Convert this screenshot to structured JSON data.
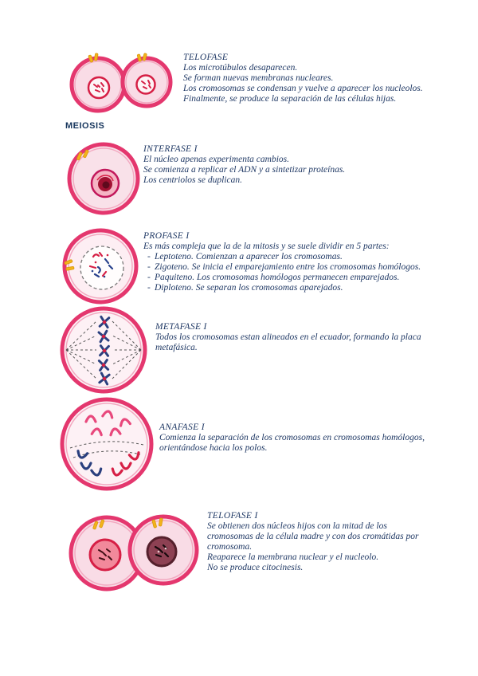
{
  "page": {
    "background": "#ffffff",
    "ink": "#1f3864"
  },
  "bullet_marker": "-",
  "mitosis_telophase": {
    "title": "TELOFASE",
    "lines": [
      "Los microtúbulos desaparecen.",
      "Se forman nuevas membranas nucleares.",
      "Los cromosomas se condensan y vuelve a aparecer los nucleolos.",
      "Finalmente, se produce la separación de las células hijas."
    ]
  },
  "meiosis_heading": "MEIOSIS",
  "interfase1": {
    "title": "INTERFASE I",
    "lines": [
      "El núcleo apenas experimenta cambios.",
      "Se comienza a replicar el ADN y a sintetizar proteínas.",
      "Los centriolos se duplican."
    ]
  },
  "profase1": {
    "title": "PROFASE I",
    "intro": "Es más compleja que la de la mitosis y se suele dividir en 5 partes:",
    "bullets": [
      "Leptoteno. Comienzan a aparecer los cromosomas.",
      "Zigoteno. Se inicia el emparejamiento entre los cromosomas homólogos.",
      "Paquiteno. Los cromosomas homólogos permanecen emparejados.",
      "Diploteno. Se separan los cromosomas aparejados."
    ]
  },
  "metafase1": {
    "title": "METAFASE I",
    "lines": [
      "Todos los cromosomas estan alineados en el ecuador, formando la placa",
      "metafásica."
    ]
  },
  "anafase1": {
    "title": "ANAFASE I",
    "lines": [
      "Comienza la separación de los cromosomas en cromosomas homólogos,",
      "orientándose hacia los polos."
    ]
  },
  "telofase1": {
    "title": "TELOFASE I",
    "lines": [
      "Se obtienen dos núcleos hijos con la mitad de los",
      "cromosomas de la célula madre y con dos cromátidas por",
      "cromosoma.",
      "Reaparece la membrana nuclear y el nucleolo.",
      "No se produce citocinesis."
    ]
  }
}
